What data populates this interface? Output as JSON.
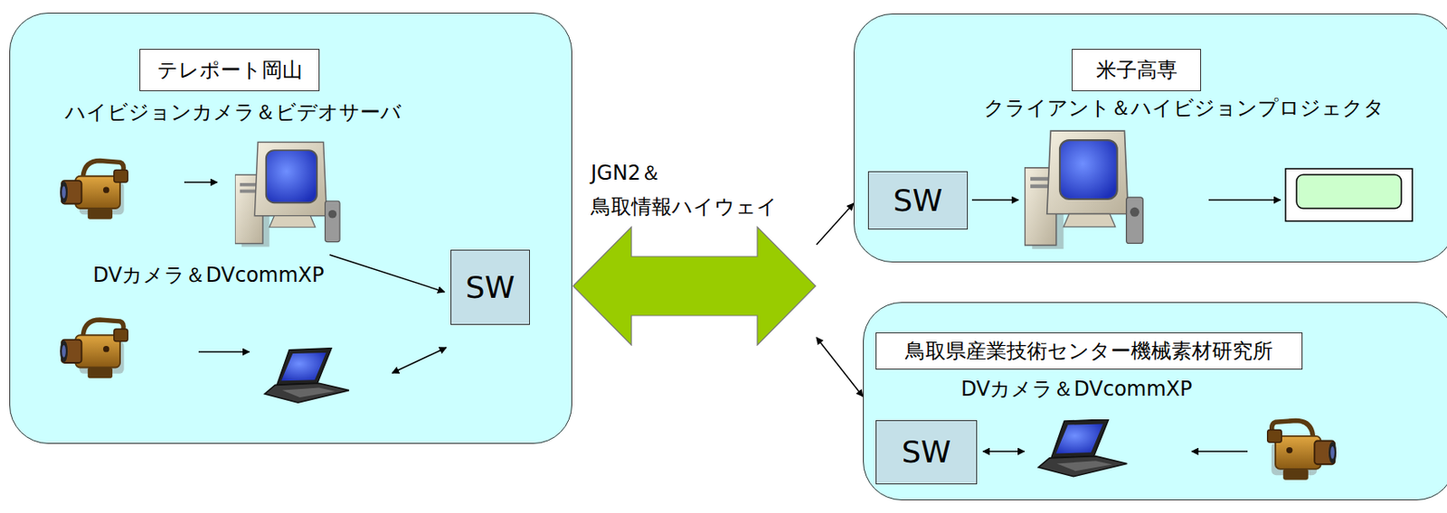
{
  "diagram": {
    "nodes": [
      {
        "text": [
          "ハイビジョンカメラ＆ビデオサーバ",
          "DVカメラ＆DVcommXP"
        ]
      },
      {
        "text": [
          "テレポート岡山"
        ],
        "in": 0
      },
      {
        "text": [
          "SW"
        ],
        "in": 0
      },
      {
        "text": [
          "JGN2＆ 鳥取情報ハイウェイ"
        ]
      },
      {
        "text": [
          "クライアント＆ハイビジョンプロジェクタ"
        ]
      },
      {
        "text": [
          "米子高専"
        ],
        "in": 4
      },
      {
        "text": [
          "SW"
        ],
        "in": 4
      },
      {
        "text": [
          "DVカメラ＆DVcommXP"
        ]
      },
      {
        "text": [
          "鳥取県産業技術センター機械素材研究所"
        ],
        "in": 7
      },
      {
        "text": [
          "SW"
        ],
        "in": 7
      }
    ],
    "edges": [
      {
        "from": 3,
        "to": 4,
        "arrow": "to"
      },
      {
        "from": 3,
        "to": 7,
        "arrow": "both"
      }
    ]
  }
}
